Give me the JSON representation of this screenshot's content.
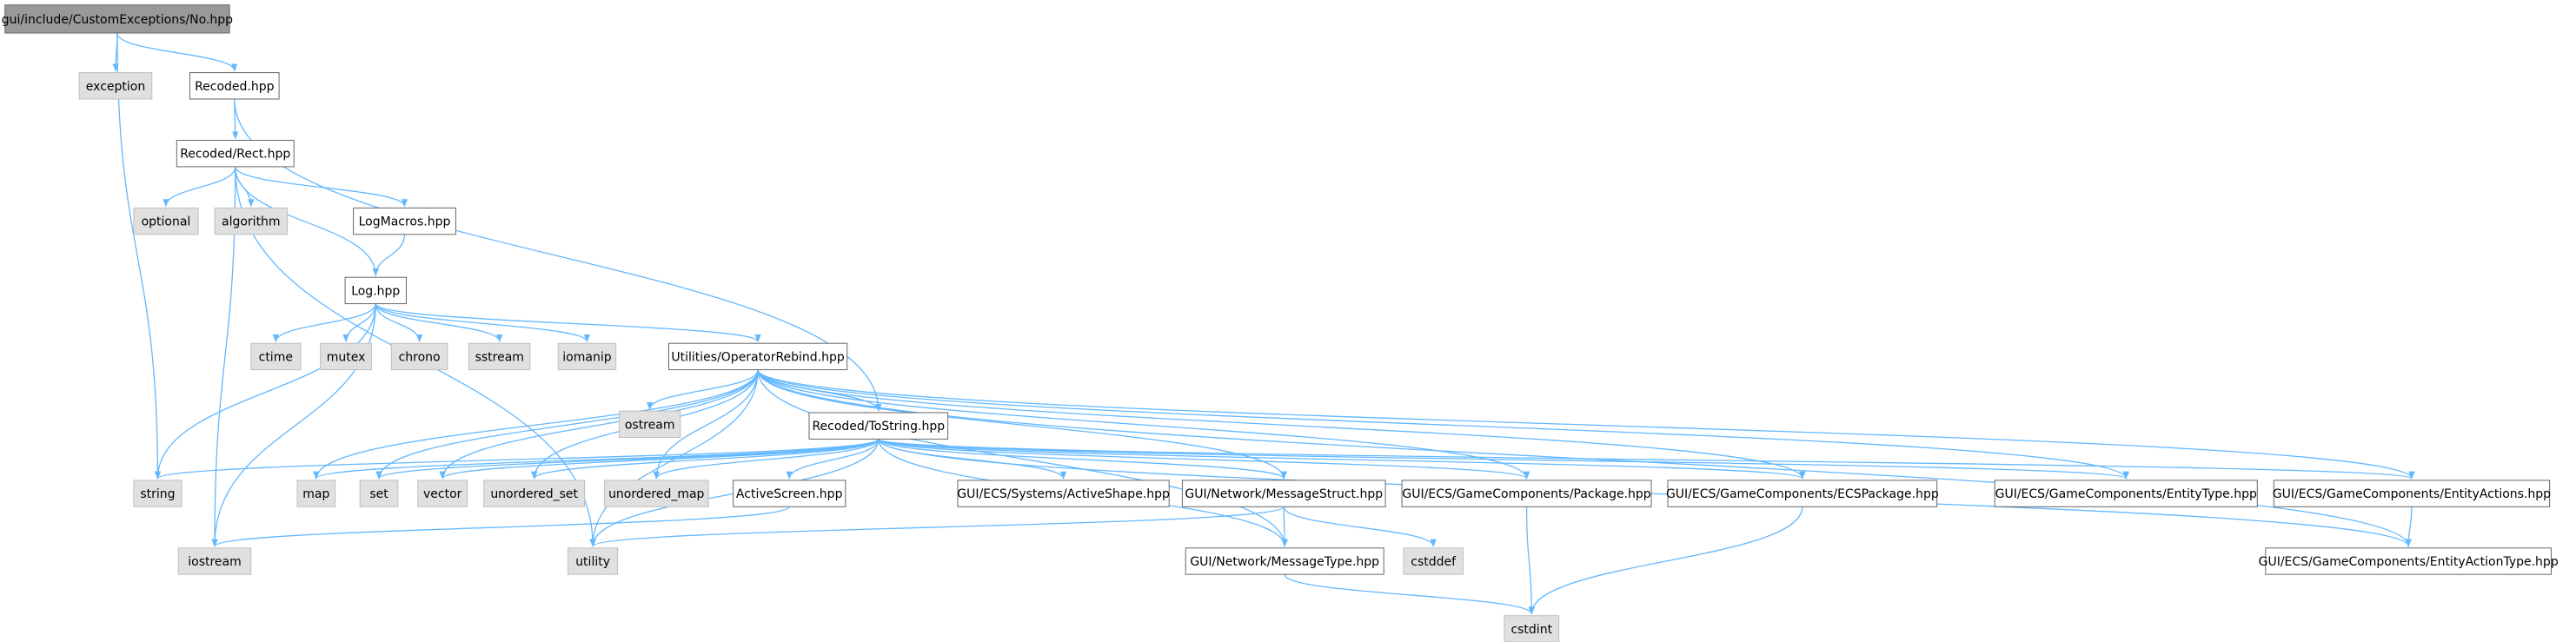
{
  "diagram": {
    "type": "include-dependency-graph",
    "colors": {
      "edge": "#63b8ff",
      "border": "#666666",
      "box_fill": "#ffffff",
      "system_fill": "#e0e0e0",
      "root_fill": "#999999"
    },
    "nodes": [
      {
        "id": "root",
        "label": "gui/include/CustomExceptions/No.hpp",
        "kind": "root"
      },
      {
        "id": "exception",
        "label": "exception",
        "kind": "system"
      },
      {
        "id": "recoded",
        "label": "Recoded.hpp",
        "kind": "file"
      },
      {
        "id": "rect",
        "label": "Recoded/Rect.hpp",
        "kind": "file"
      },
      {
        "id": "optional",
        "label": "optional",
        "kind": "system"
      },
      {
        "id": "algorithm",
        "label": "algorithm",
        "kind": "system"
      },
      {
        "id": "logmacros",
        "label": "LogMacros.hpp",
        "kind": "file"
      },
      {
        "id": "log",
        "label": "Log.hpp",
        "kind": "file"
      },
      {
        "id": "ctime",
        "label": "ctime",
        "kind": "system"
      },
      {
        "id": "mutex",
        "label": "mutex",
        "kind": "system"
      },
      {
        "id": "chrono",
        "label": "chrono",
        "kind": "system"
      },
      {
        "id": "sstream",
        "label": "sstream",
        "kind": "system"
      },
      {
        "id": "iomanip",
        "label": "iomanip",
        "kind": "system"
      },
      {
        "id": "oprebind",
        "label": "Utilities/OperatorRebind.hpp",
        "kind": "file"
      },
      {
        "id": "ostream",
        "label": "ostream",
        "kind": "system"
      },
      {
        "id": "tostring",
        "label": "Recoded/ToString.hpp",
        "kind": "file"
      },
      {
        "id": "string",
        "label": "string",
        "kind": "system"
      },
      {
        "id": "map",
        "label": "map",
        "kind": "system"
      },
      {
        "id": "set",
        "label": "set",
        "kind": "system"
      },
      {
        "id": "vector",
        "label": "vector",
        "kind": "system"
      },
      {
        "id": "uset",
        "label": "unordered_set",
        "kind": "system"
      },
      {
        "id": "umap",
        "label": "unordered_map",
        "kind": "system"
      },
      {
        "id": "activescreen",
        "label": "ActiveScreen.hpp",
        "kind": "file"
      },
      {
        "id": "activeshape",
        "label": "GUI/ECS/Systems/ActiveShape.hpp",
        "kind": "file"
      },
      {
        "id": "msgstruct",
        "label": "GUI/Network/MessageStruct.hpp",
        "kind": "file"
      },
      {
        "id": "package",
        "label": "GUI/ECS/GameComponents/Package.hpp",
        "kind": "file"
      },
      {
        "id": "ecspackage",
        "label": "GUI/ECS/GameComponents/ECSPackage.hpp",
        "kind": "file"
      },
      {
        "id": "entitytype",
        "label": "GUI/ECS/GameComponents/EntityType.hpp",
        "kind": "file"
      },
      {
        "id": "entityactions",
        "label": "GUI/ECS/GameComponents/EntityActions.hpp",
        "kind": "file"
      },
      {
        "id": "iostream",
        "label": "iostream",
        "kind": "system"
      },
      {
        "id": "utility",
        "label": "utility",
        "kind": "system"
      },
      {
        "id": "msgtype",
        "label": "GUI/Network/MessageType.hpp",
        "kind": "file"
      },
      {
        "id": "cstddef",
        "label": "cstddef",
        "kind": "system"
      },
      {
        "id": "entityactiontype",
        "label": "GUI/ECS/GameComponents/EntityActionType.hpp",
        "kind": "file"
      },
      {
        "id": "cstdint",
        "label": "cstdint",
        "kind": "system"
      }
    ],
    "edges": [
      [
        "root",
        "exception"
      ],
      [
        "root",
        "recoded"
      ],
      [
        "root",
        "string"
      ],
      [
        "recoded",
        "rect"
      ],
      [
        "recoded",
        "tostring"
      ],
      [
        "rect",
        "optional"
      ],
      [
        "rect",
        "algorithm"
      ],
      [
        "rect",
        "logmacros"
      ],
      [
        "rect",
        "log"
      ],
      [
        "rect",
        "iostream"
      ],
      [
        "rect",
        "utility"
      ],
      [
        "logmacros",
        "log"
      ],
      [
        "log",
        "ctime"
      ],
      [
        "log",
        "mutex"
      ],
      [
        "log",
        "chrono"
      ],
      [
        "log",
        "sstream"
      ],
      [
        "log",
        "iomanip"
      ],
      [
        "log",
        "oprebind"
      ],
      [
        "log",
        "string"
      ],
      [
        "log",
        "iostream"
      ],
      [
        "oprebind",
        "ostream"
      ],
      [
        "oprebind",
        "tostring"
      ],
      [
        "oprebind",
        "map"
      ],
      [
        "oprebind",
        "set"
      ],
      [
        "oprebind",
        "vector"
      ],
      [
        "oprebind",
        "uset"
      ],
      [
        "oprebind",
        "umap"
      ],
      [
        "oprebind",
        "utility"
      ],
      [
        "oprebind",
        "msgstruct"
      ],
      [
        "oprebind",
        "package"
      ],
      [
        "oprebind",
        "ecspackage"
      ],
      [
        "oprebind",
        "entitytype"
      ],
      [
        "oprebind",
        "entityactions"
      ],
      [
        "oprebind",
        "entityactiontype"
      ],
      [
        "oprebind",
        "msgtype"
      ],
      [
        "tostring",
        "string"
      ],
      [
        "tostring",
        "map"
      ],
      [
        "tostring",
        "set"
      ],
      [
        "tostring",
        "vector"
      ],
      [
        "tostring",
        "uset"
      ],
      [
        "tostring",
        "umap"
      ],
      [
        "tostring",
        "activescreen"
      ],
      [
        "tostring",
        "activeshape"
      ],
      [
        "tostring",
        "msgstruct"
      ],
      [
        "tostring",
        "package"
      ],
      [
        "tostring",
        "ecspackage"
      ],
      [
        "tostring",
        "entitytype"
      ],
      [
        "tostring",
        "entityactions"
      ],
      [
        "tostring",
        "utility"
      ],
      [
        "tostring",
        "msgtype"
      ],
      [
        "tostring",
        "entityactiontype"
      ],
      [
        "activescreen",
        "iostream"
      ],
      [
        "msgstruct",
        "utility"
      ],
      [
        "msgstruct",
        "msgtype"
      ],
      [
        "msgstruct",
        "cstddef"
      ],
      [
        "package",
        "cstdint"
      ],
      [
        "ecspackage",
        "cstdint"
      ],
      [
        "msgtype",
        "cstdint"
      ],
      [
        "entityactions",
        "entityactiontype"
      ]
    ]
  }
}
